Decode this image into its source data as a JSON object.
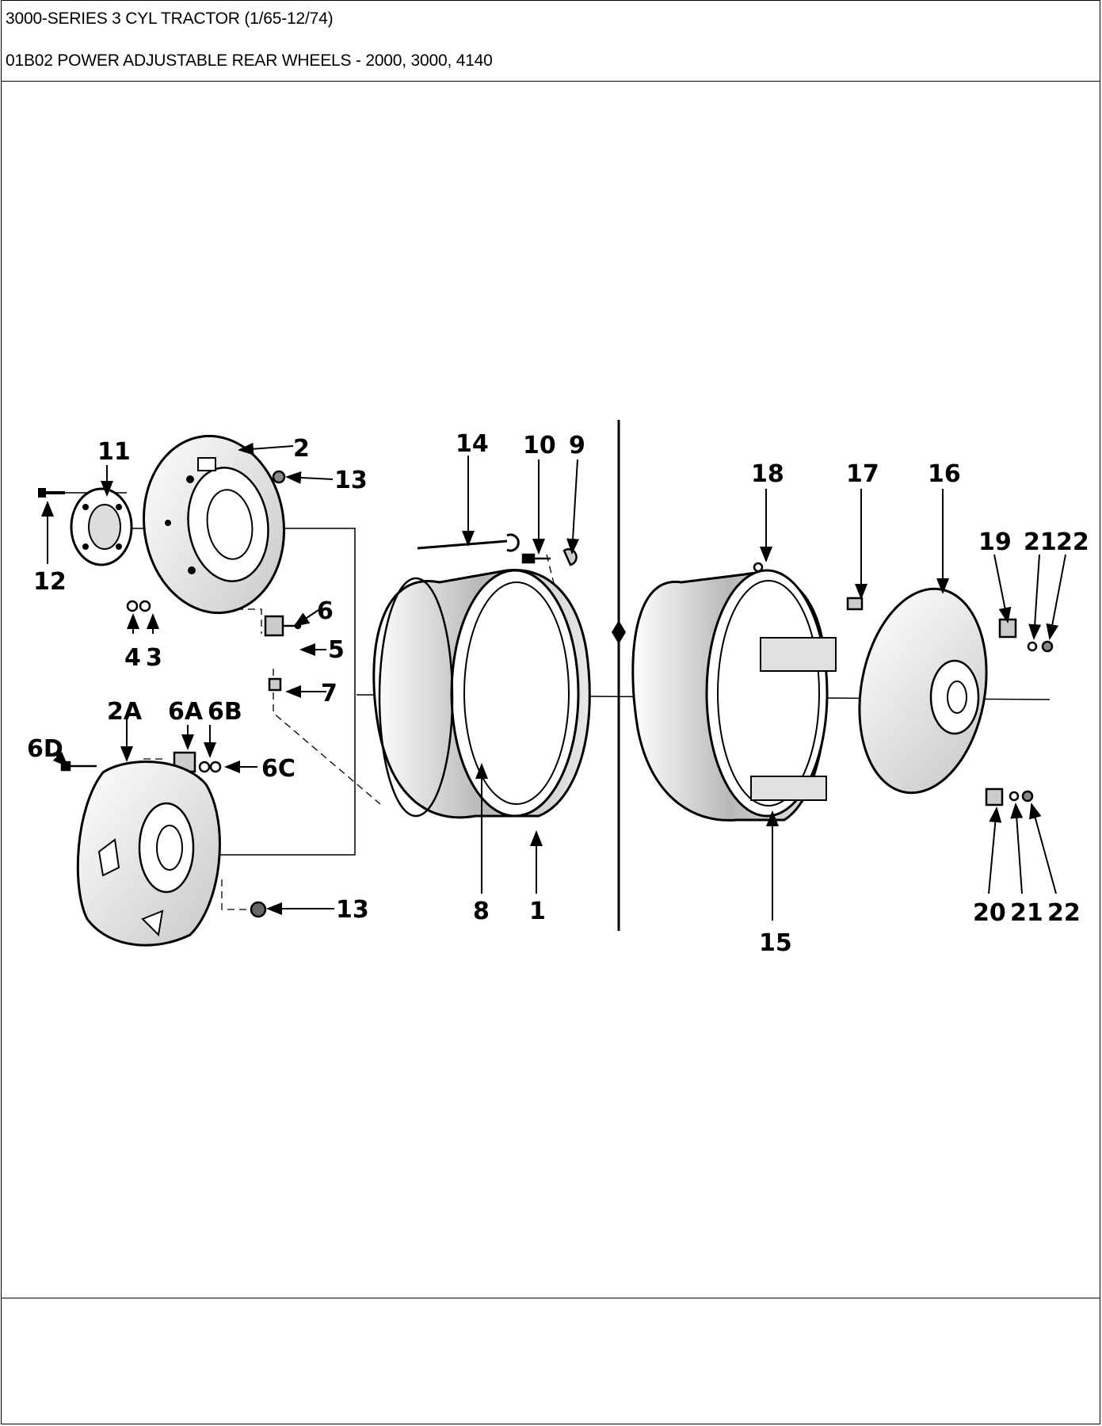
{
  "header": {
    "title": "3000-SERIES 3 CYL TRACTOR (1/65-12/74)",
    "subtitle": "01B02 POWER ADJUSTABLE REAR WHEELS - 2000, 3000, 4140"
  },
  "diagram": {
    "callouts": [
      {
        "id": "c11",
        "text": "11"
      },
      {
        "id": "c2",
        "text": "2"
      },
      {
        "id": "c13a",
        "text": "13"
      },
      {
        "id": "c12",
        "text": "12"
      },
      {
        "id": "c6",
        "text": "6"
      },
      {
        "id": "c4",
        "text": "4"
      },
      {
        "id": "c3",
        "text": "3"
      },
      {
        "id": "c5",
        "text": "5"
      },
      {
        "id": "c7",
        "text": "7"
      },
      {
        "id": "c2A",
        "text": "2A"
      },
      {
        "id": "c6A",
        "text": "6A"
      },
      {
        "id": "c6B",
        "text": "6B"
      },
      {
        "id": "c6D",
        "text": "6D"
      },
      {
        "id": "c6C",
        "text": "6C"
      },
      {
        "id": "c13b",
        "text": "13"
      },
      {
        "id": "c14",
        "text": "14"
      },
      {
        "id": "c10",
        "text": "10"
      },
      {
        "id": "c9",
        "text": "9"
      },
      {
        "id": "c8",
        "text": "8"
      },
      {
        "id": "c1",
        "text": "1"
      },
      {
        "id": "c18",
        "text": "18"
      },
      {
        "id": "c17",
        "text": "17"
      },
      {
        "id": "c16",
        "text": "16"
      },
      {
        "id": "c19",
        "text": "19"
      },
      {
        "id": "c21a",
        "text": "21"
      },
      {
        "id": "c22a",
        "text": "22"
      },
      {
        "id": "c15",
        "text": "15"
      },
      {
        "id": "c20",
        "text": "20"
      },
      {
        "id": "c21b",
        "text": "21"
      },
      {
        "id": "c22b",
        "text": "22"
      }
    ]
  }
}
